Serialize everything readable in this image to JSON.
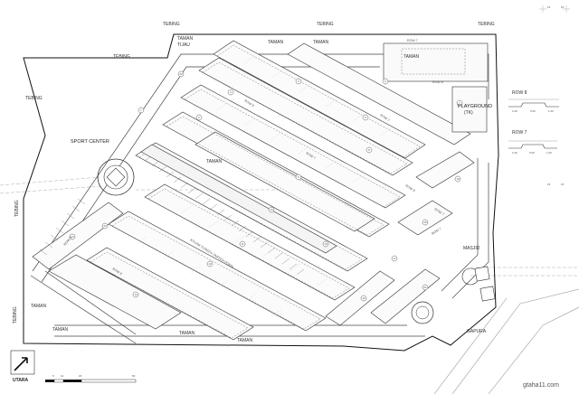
{
  "labels": {
    "tebing_top_1": "TEBING",
    "tebing_top_2": "TEBING",
    "tebing_top_3": "TEBING",
    "tebing_top_left": "TEBING",
    "tebing_left_upper": "TEBING",
    "tebing_left_mid": "TEBING",
    "tebing_left_bottom": "TEBING",
    "sport_center": "SPORT CENTER",
    "taman_top_1": "TAMAN",
    "taman_top_1b": "TIJAU",
    "taman_top_2": "TAMAN",
    "taman_top_3": "TAMAN",
    "taman_mid": "TAMAN",
    "taman_bottom_1": "TAMAN",
    "taman_bottom_2": "TAMAN",
    "taman_bottom_3": "TAMAN",
    "taman_bottom_4": "TAMAN",
    "taman_bottom_5": "TAMAN",
    "playground": "PLAYGROUND",
    "playground_sub": "(TK)",
    "row_7_top": "ROW 7",
    "row_8_top": "ROW 8",
    "kolam": "KOLAM TUNGGU (WATER POND)",
    "masjid": "MASJID",
    "gapura": "GAPURA",
    "watermark": "gtaha11.com",
    "north": "UTARA",
    "scale_ticks": [
      "5",
      "10",
      "20",
      "50"
    ]
  },
  "road_labels": [
    "ROW 8",
    "ROW 7",
    "ROW 7",
    "ROW 8",
    "ROW 7",
    "ROW 7",
    "ROW 8",
    "ROW 8"
  ],
  "section_detail": {
    "row8_title": "ROW 8",
    "row7_title": "ROW 7",
    "row8_dims": [
      "1.00",
      "6.00",
      "1.00"
    ],
    "row7_dims": [
      "1.00",
      "5.00",
      "1.00"
    ]
  },
  "corner_marks": [
    "15",
    "15",
    "15",
    "15"
  ],
  "lot_markers": [
    "1",
    "2",
    "3",
    "4",
    "5",
    "6",
    "7",
    "8",
    "9",
    "10",
    "11",
    "12",
    "13",
    "14",
    "15",
    "16",
    "17",
    "18",
    "19",
    "20",
    "21",
    "22"
  ]
}
